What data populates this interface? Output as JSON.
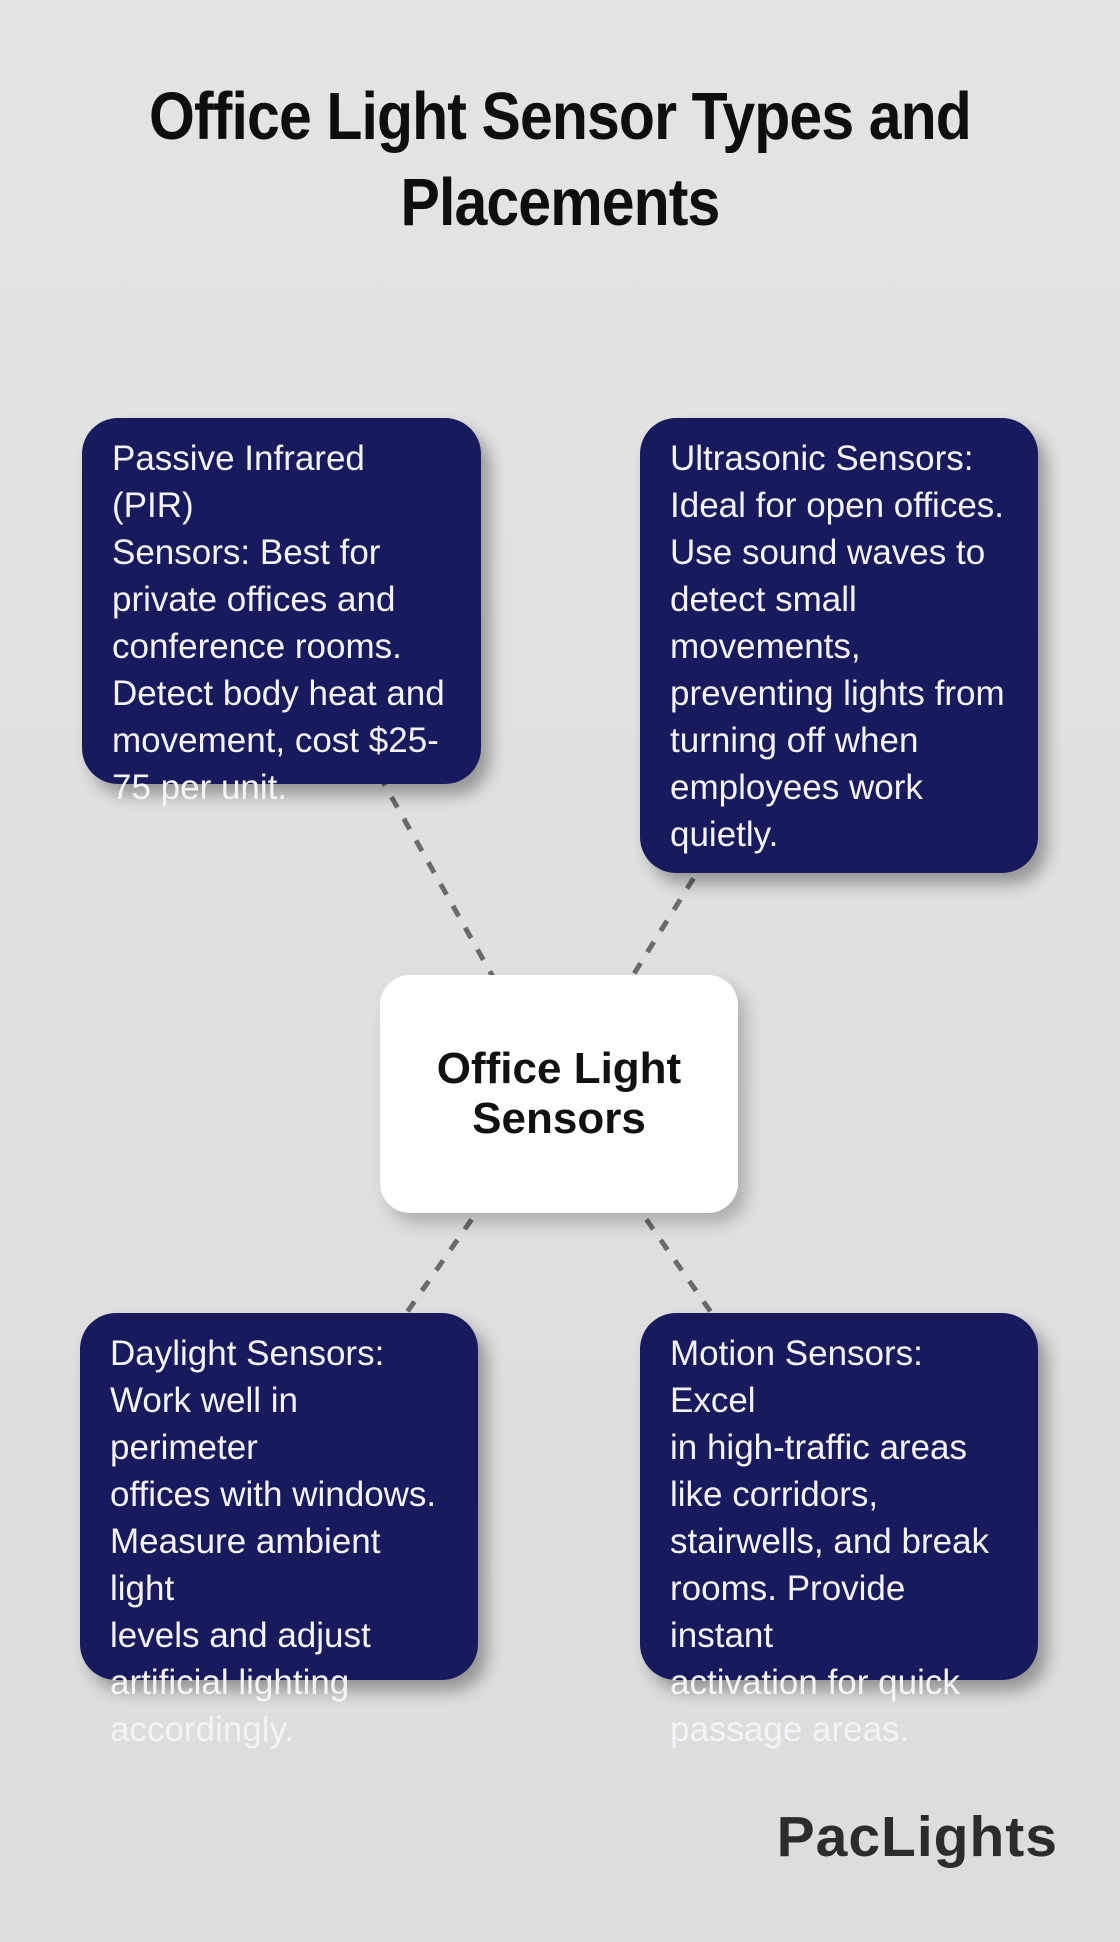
{
  "title": "Office Light Sensor Types and\nPlacements",
  "center_node": {
    "label": "Office Light\nSensors"
  },
  "nodes": {
    "pir": {
      "text": "Passive Infrared (PIR)\nSensors: Best for\nprivate offices and\nconference rooms.\nDetect body heat and\nmovement, cost $25-\n75 per unit."
    },
    "ultrasonic": {
      "text": "Ultrasonic Sensors:\nIdeal for open offices.\nUse sound waves to\ndetect small\nmovements,\npreventing lights from\nturning off when\nemployees work\nquietly."
    },
    "daylight": {
      "text": "Daylight Sensors:\nWork well in perimeter\noffices with windows.\nMeasure ambient light\nlevels and adjust\nartificial lighting\naccordingly."
    },
    "motion": {
      "text": "Motion Sensors: Excel\nin high-traffic areas\nlike corridors,\nstairwells, and break\nrooms. Provide instant\nactivation for quick\npassage areas."
    }
  },
  "logo": {
    "text": "PacLights"
  },
  "colors": {
    "background": "#e0e1e1",
    "node_fill": "#191a5e",
    "node_text": "#f4f4f8",
    "center_fill": "#ffffff",
    "center_text": "#111111",
    "connector": "#6a6a6a",
    "title_text": "#0e0e0e",
    "logo_text": "#2d2b2d"
  }
}
